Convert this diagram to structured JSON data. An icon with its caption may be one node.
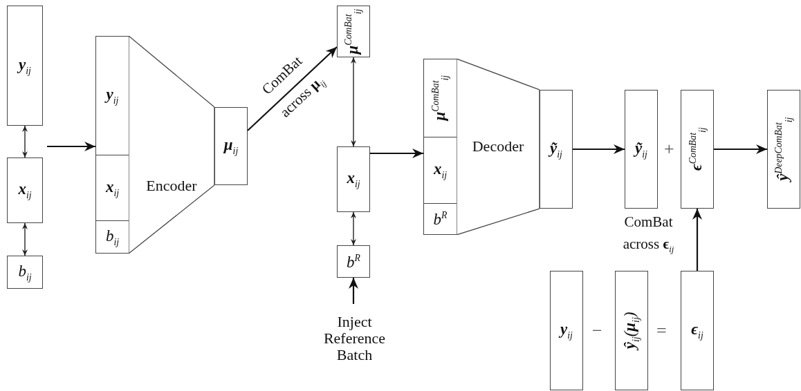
{
  "diagram": {
    "nodes": [
      {
        "text": [
          "**y**$_{ij}$"
        ]
      },
      {
        "text": [
          "**x**$_{ij}$"
        ]
      },
      {
        "text": [
          "b$_{ij}$"
        ]
      },
      {
        "text": [
          "**y**$_{ij}$"
        ]
      },
      {
        "text": [
          "**x**$_{ij}$"
        ]
      },
      {
        "text": [
          "b$_{ij}$"
        ]
      },
      {
        "text": [
          "Encoder"
        ]
      },
      {
        "text": [
          "**μ**$_{ij}$"
        ]
      },
      {
        "text": [
          "**μ**$^{ComBat}$$_{ij}$"
        ]
      },
      {
        "text": [
          "**x**$_{ij}$"
        ]
      },
      {
        "text": [
          "b$^{R}$"
        ]
      },
      {
        "text": [
          "Inject Reference Batch"
        ]
      },
      {
        "text": [
          "**μ**$^{ComBat}$$_{ij}$"
        ]
      },
      {
        "text": [
          "**x**$_{ij}$"
        ]
      },
      {
        "text": [
          "b$^{R}$"
        ]
      },
      {
        "text": [
          "Decoder"
        ]
      },
      {
        "text": [
          "**ỹ**$_{ij}$"
        ]
      },
      {
        "text": [
          "**ỹ**$_{ij}$"
        ]
      },
      {
        "text": [
          "**ϵ**$^{ComBat}$$_{ij}$"
        ]
      },
      {
        "text": [
          "**ŷ**$^{DeepComBat}$$_{ij}$"
        ]
      },
      {
        "text": [
          "**y**$_{ij}$"
        ]
      },
      {
        "text": [
          "**ŷ**$_{ij}$(**μ**$_{ij}$)"
        ]
      },
      {
        "text": [
          "**ϵ**$_{ij}$"
        ]
      }
    ],
    "edges": [
      {
        "from": 0,
        "to": 1,
        "arrow": "both"
      },
      {
        "from": 1,
        "to": 2,
        "arrow": "both"
      },
      {
        "from": null,
        "to": 3,
        "arrow": "to"
      },
      {
        "from": 7,
        "to": 8,
        "arrow": "to",
        "label": "ComBat across **μ**$_{ij}$"
      },
      {
        "from": 8,
        "to": 9,
        "arrow": "both"
      },
      {
        "from": 9,
        "to": 10,
        "arrow": "both"
      },
      {
        "from": 11,
        "to": 10,
        "arrow": "to"
      },
      {
        "from": 9,
        "to": 13,
        "arrow": "to"
      },
      {
        "from": 16,
        "to": 17,
        "arrow": "to"
      },
      {
        "from": 18,
        "to": 19,
        "arrow": "to"
      },
      {
        "from": 22,
        "to": 18,
        "arrow": "to",
        "label": "ComBat across **ϵ**$_{ij}$"
      }
    ],
    "labels": [
      "+",
      "−",
      "="
    ]
  }
}
